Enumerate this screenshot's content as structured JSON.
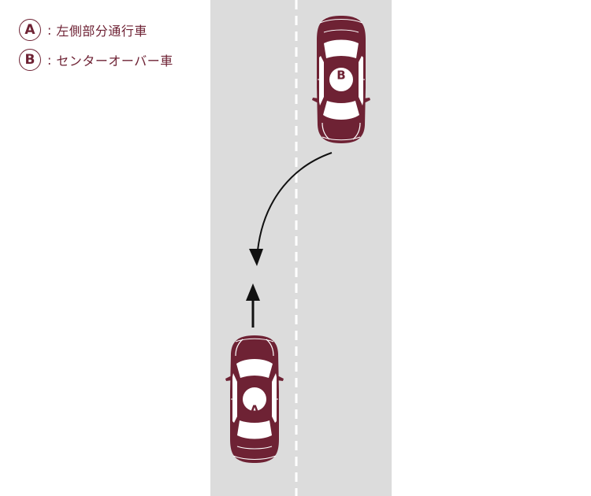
{
  "legend": [
    {
      "letter": "A",
      "separator": ":",
      "text": "左側部分通行車"
    },
    {
      "letter": "B",
      "separator": ":",
      "text": "センターオーバー車"
    }
  ],
  "cars": {
    "a": {
      "letter": "A",
      "heading": "up"
    },
    "b": {
      "letter": "B",
      "heading": "down"
    }
  },
  "colors": {
    "road": "#dcdcdc",
    "car": "#6e2234",
    "accent_text": "#6e2234",
    "lane_line": "#ffffff",
    "arrow": "#111111",
    "background": "#ffffff"
  }
}
